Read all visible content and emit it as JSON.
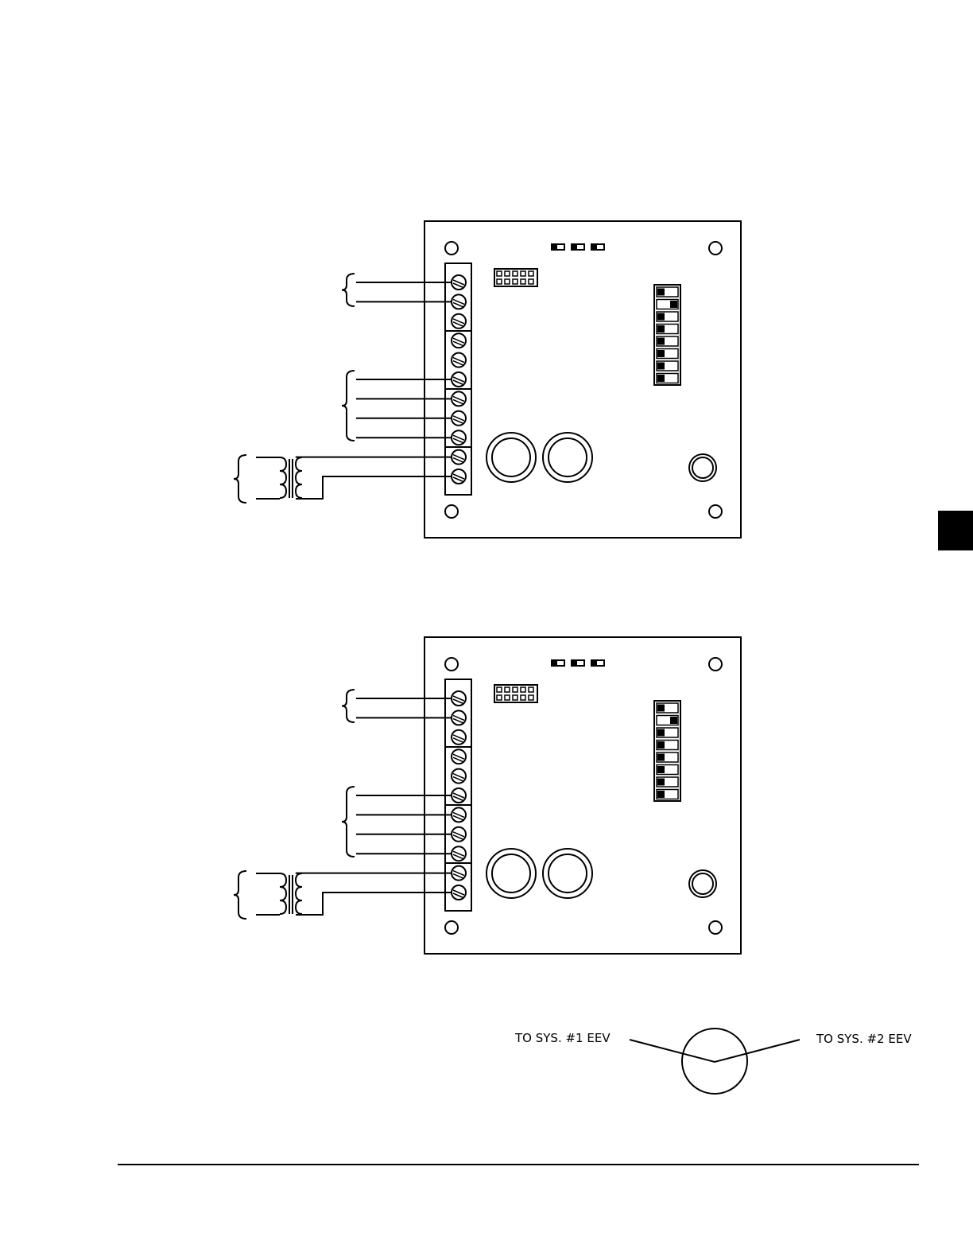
{
  "labels": {
    "to_sys1": "TO SYS. #1 EEV",
    "to_sys2": "TO SYS. #2 EEV"
  },
  "colors": {
    "ink": "#000000",
    "paper": "#ffffff"
  },
  "boards": [
    {
      "terminal_count": 11,
      "dip_switches": [
        "left",
        "right",
        "left",
        "left",
        "left",
        "left",
        "left",
        "left"
      ]
    },
    {
      "terminal_count": 11,
      "dip_switches": [
        "left",
        "right",
        "left",
        "left",
        "left",
        "left",
        "left",
        "left"
      ]
    }
  ]
}
